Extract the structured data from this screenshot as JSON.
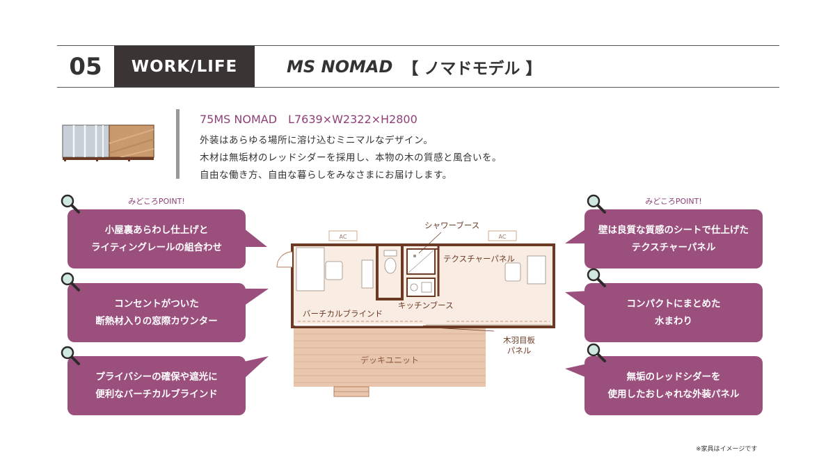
{
  "header": {
    "number": "05",
    "category": "WORK/LIFE",
    "model_en": "MS NOMAD",
    "model_jp": "【 ノマドモデル 】"
  },
  "intro": {
    "spec": "75MS NOMAD　L7639×W2322×H2800",
    "lines": [
      "外装はあらゆる場所に溶け込むミニマルなデザイン。",
      "木材は無垢材のレッドシダーを採用し、本物の木の質感と風合いを。",
      "自由な働き方、自由な暮らしをみなさまにお届けします。"
    ]
  },
  "points": {
    "left_tag": "みどころPOINT!",
    "right_tag": "みどころPOINT!",
    "left": [
      {
        "line1": "小屋裏あらわし仕上げと",
        "line2": "ライティングレールの組合わせ"
      },
      {
        "line1": "コンセントがついた",
        "line2": "断熱材入りの窓際カウンター"
      },
      {
        "line1": "プライバシーの確保や遮光に",
        "line2": "便利なバーチカルブラインド"
      }
    ],
    "right": [
      {
        "line1": "壁は良質な質感のシートで仕上げた",
        "line2": "テクスチャーパネル"
      },
      {
        "line1": "コンパクトにまとめた",
        "line2": "水まわり"
      },
      {
        "line1": "無垢のレッドシダーを",
        "line2": "使用したおしゃれな外装パネル"
      }
    ]
  },
  "plan": {
    "ac_left": "AC",
    "ac_right": "AC",
    "shower": "シャワーブース",
    "texture": "テクスチャーパネル",
    "kitchen": "キッチンブース",
    "blind": "バーチカルブラインド",
    "deck": "デッキユニット",
    "wood1": "木羽目板",
    "wood2": "パネル"
  },
  "colors": {
    "accent": "#9b4f7d",
    "wall": "#6b3a24",
    "deck": "#e9c7ae",
    "header_dark": "#3a3435"
  },
  "note": "※家具はイメージです"
}
